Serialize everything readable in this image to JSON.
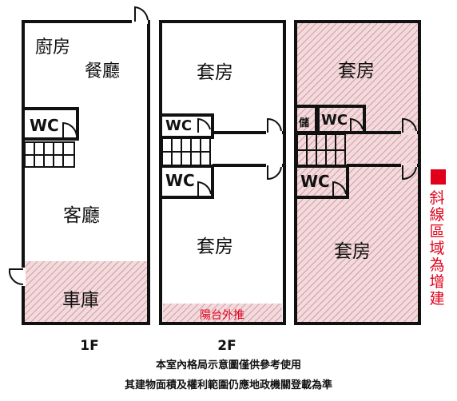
{
  "floors": {
    "f1": {
      "label": "1F",
      "kitchen": "廚房",
      "dining": "餐廳",
      "wc": "WC",
      "living": "客廳",
      "garage": "車庫"
    },
    "f2": {
      "label": "2F",
      "suite_top": "套房",
      "wc_upper": "WC",
      "wc_lower": "WC",
      "suite_bottom": "套房",
      "balcony": "陽台外推"
    },
    "f3": {
      "suite_top": "套房",
      "storage": "儲",
      "wc_upper": "WC",
      "wc_lower": "WC",
      "suite_bottom": "套房"
    }
  },
  "legend": {
    "text": "斜線區域為增建",
    "color": "#e0001a"
  },
  "notes": {
    "line1": "本室內格局示意圖僅供參考使用",
    "line2": "其建物面積及權利範圍仍應地政機關登載為準"
  },
  "colors": {
    "wall": "#111111",
    "hatch_fill": "#f3dadd",
    "hatch_line": "#c98b92",
    "accent": "#e0001a"
  }
}
